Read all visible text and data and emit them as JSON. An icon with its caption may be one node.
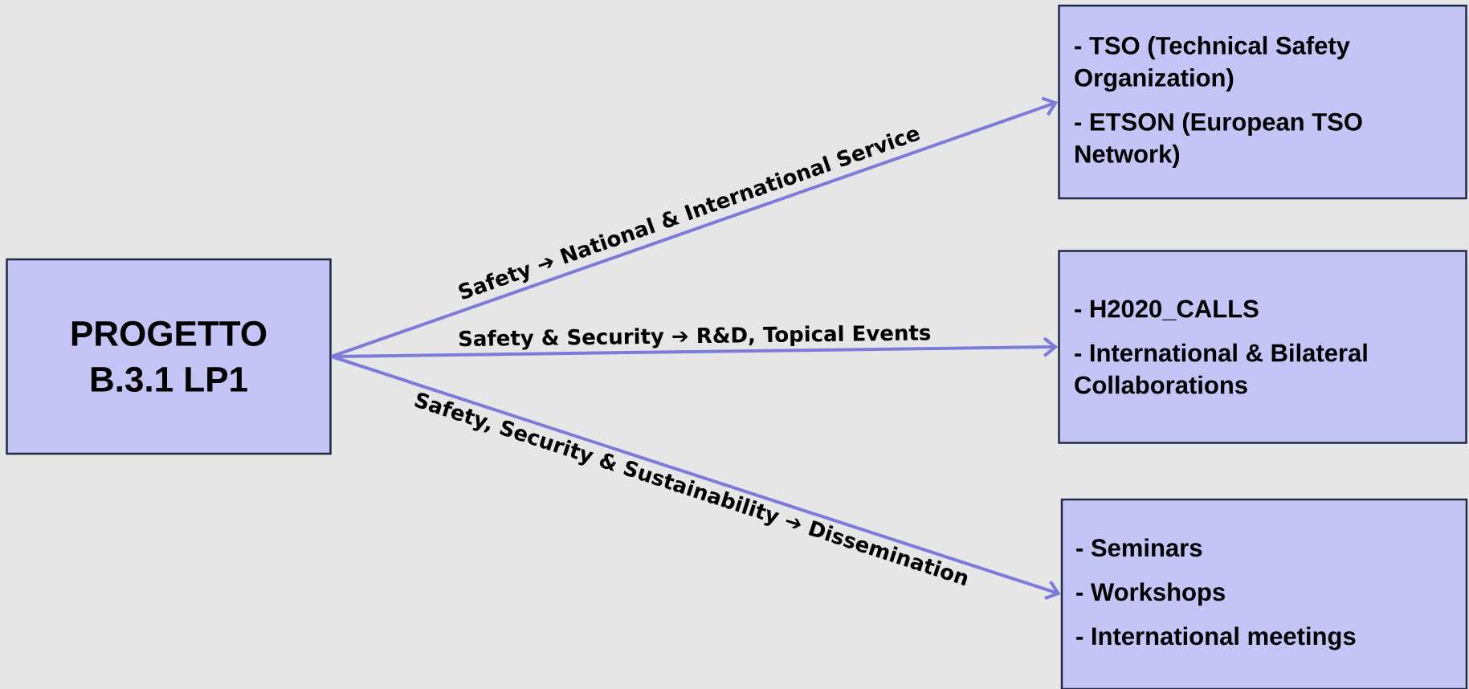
{
  "diagram": {
    "nodes": [
      {
        "text": [
          "PROGETTO B.3.1 LP1"
        ]
      },
      {
        "text": [
          "- TSO (Technical Safety Organization)",
          "- ETSON (European TSO Network)"
        ]
      },
      {
        "text": [
          "- H2020_CALLS",
          "- International & Bilateral Collaborations"
        ]
      },
      {
        "text": [
          "- Seminars",
          "- Workshops",
          "- International meetings"
        ]
      }
    ],
    "edges": [
      {
        "from": 0,
        "to": 1,
        "arrow": "to",
        "label": "Safety ➔ National & International Service"
      },
      {
        "from": 0,
        "to": 2,
        "arrow": "to",
        "label": "Safety & Security ➔ R&D, Topical Events"
      },
      {
        "from": 0,
        "to": 3,
        "arrow": "to",
        "label": "Safety, Security & Sustainability ➔ Dissemination"
      }
    ]
  }
}
